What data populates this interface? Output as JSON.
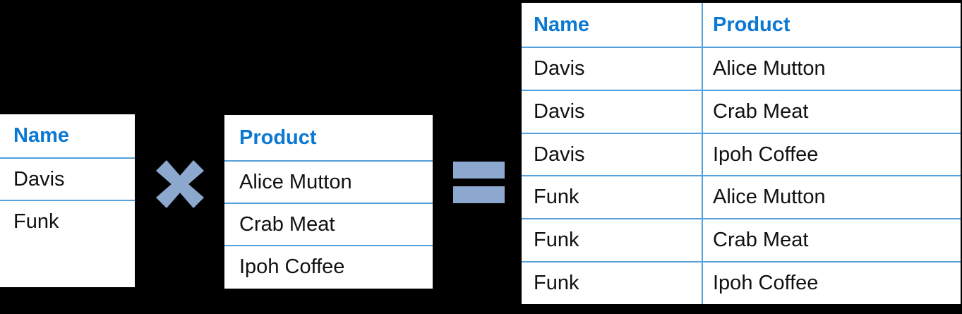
{
  "diagram": {
    "description": "Cross join illustration: Name table times Product table equals combined table",
    "colors": {
      "background": "#000000",
      "table_background": "#ffffff",
      "header_text": "#0b78d2",
      "divider_line": "#56a0db",
      "operator_fill": "#8ca8ce",
      "cell_text": "#111111"
    },
    "left_table": {
      "header": "Name",
      "rows": [
        "Davis",
        "Funk"
      ]
    },
    "operators": {
      "multiply": "cross-join multiply sign",
      "equals": "equals sign"
    },
    "middle_table": {
      "header": "Product",
      "rows": [
        "Alice Mutton",
        "Crab Meat",
        "Ipoh Coffee"
      ]
    },
    "result_table": {
      "headers": [
        "Name",
        "Product"
      ],
      "rows": [
        [
          "Davis",
          "Alice Mutton"
        ],
        [
          "Davis",
          "Crab Meat"
        ],
        [
          "Davis",
          "Ipoh Coffee"
        ],
        [
          "Funk",
          "Alice Mutton"
        ],
        [
          "Funk",
          "Crab Meat"
        ],
        [
          "Funk",
          "Ipoh Coffee"
        ]
      ]
    }
  }
}
